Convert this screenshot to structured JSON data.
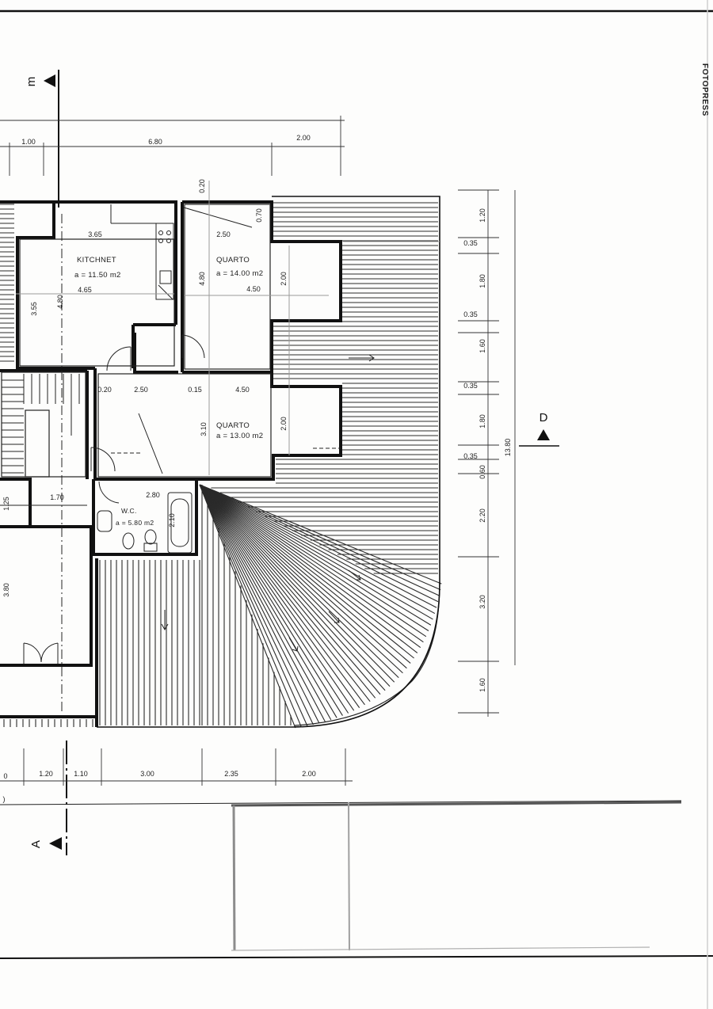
{
  "colors": {
    "ink": "#111111",
    "paper": "#fdfdfc",
    "smudge": "#8c8c8c"
  },
  "stamp_text": "FOTOPRESS",
  "section_markers": {
    "m": "m",
    "a": "A",
    "d": "D"
  },
  "rooms": {
    "kitchnet": {
      "name": "KITCHNET",
      "area": "a = 11.50 m2"
    },
    "quarto1": {
      "name": "QUARTO",
      "area": "a = 14.00 m2"
    },
    "quarto2": {
      "name": "QUARTO",
      "area": "a = 13.00 m2"
    },
    "wc": {
      "name": "W.C.",
      "area": "a = 5.80 m2"
    }
  },
  "dims_top": [
    "1.00",
    "6.80",
    "2.00"
  ],
  "dims_right": [
    "1.20",
    "0.35",
    "1.80",
    "0.35",
    "1.60",
    "0.35",
    "1.80",
    "0.35",
    "0.60",
    "2.20",
    "3.20",
    "1.60"
  ],
  "dim_right_total": "13.80",
  "dims_bottom": [
    "0",
    "1.20",
    "1.10",
    "3.00",
    "2.35",
    "2.00"
  ],
  "dims_interior": {
    "d020_top": "0.20",
    "d070": "0.70",
    "d365": "3.65",
    "d250_top": "2.50",
    "d465": "4.65",
    "d450_top": "4.50",
    "d480_left": "4.80",
    "d480_mid": "4.80",
    "d200_q1": "2.00",
    "d355": "3.55",
    "d020_mid": "0.20",
    "d250_mid": "2.50",
    "d015": "0.15",
    "d450_mid": "4.50",
    "d310": "3.10",
    "d200_q2": "2.00",
    "d125": "1.25",
    "d170": "1.70",
    "d280": "2.80",
    "d210": "2.10",
    "d380": "3.80",
    "d0_left": "0",
    "d_paren": ")"
  }
}
